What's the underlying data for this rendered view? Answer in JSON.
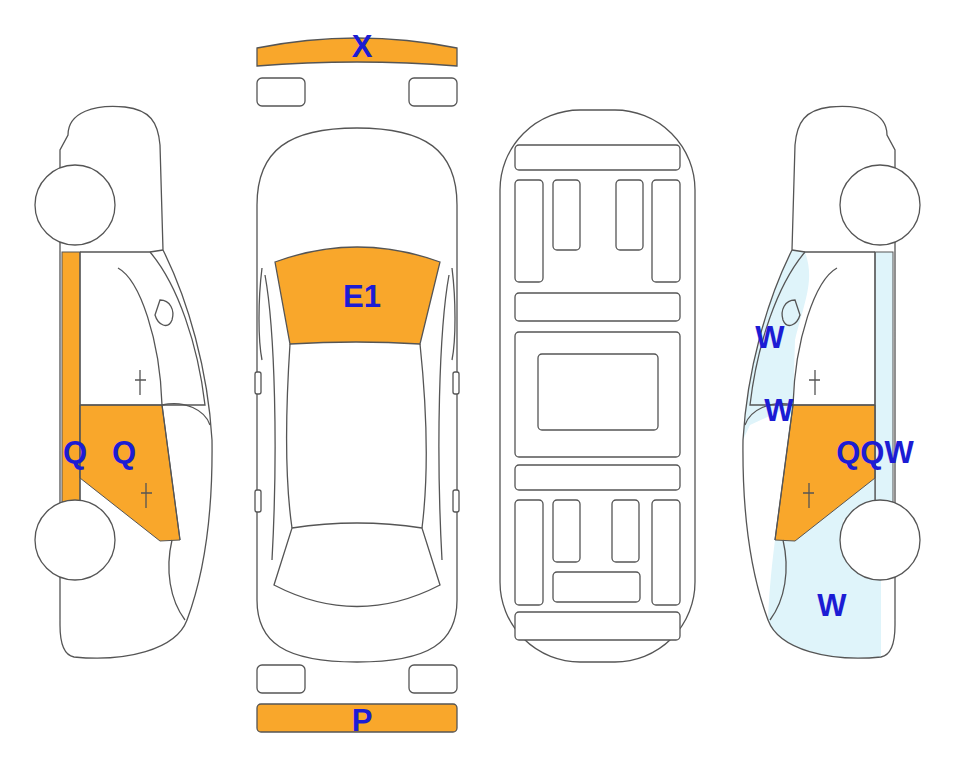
{
  "diagram": {
    "labels": [
      "X",
      "E1",
      "W",
      "W",
      "Q",
      "Q",
      "QQW",
      "W",
      "P"
    ]
  }
}
